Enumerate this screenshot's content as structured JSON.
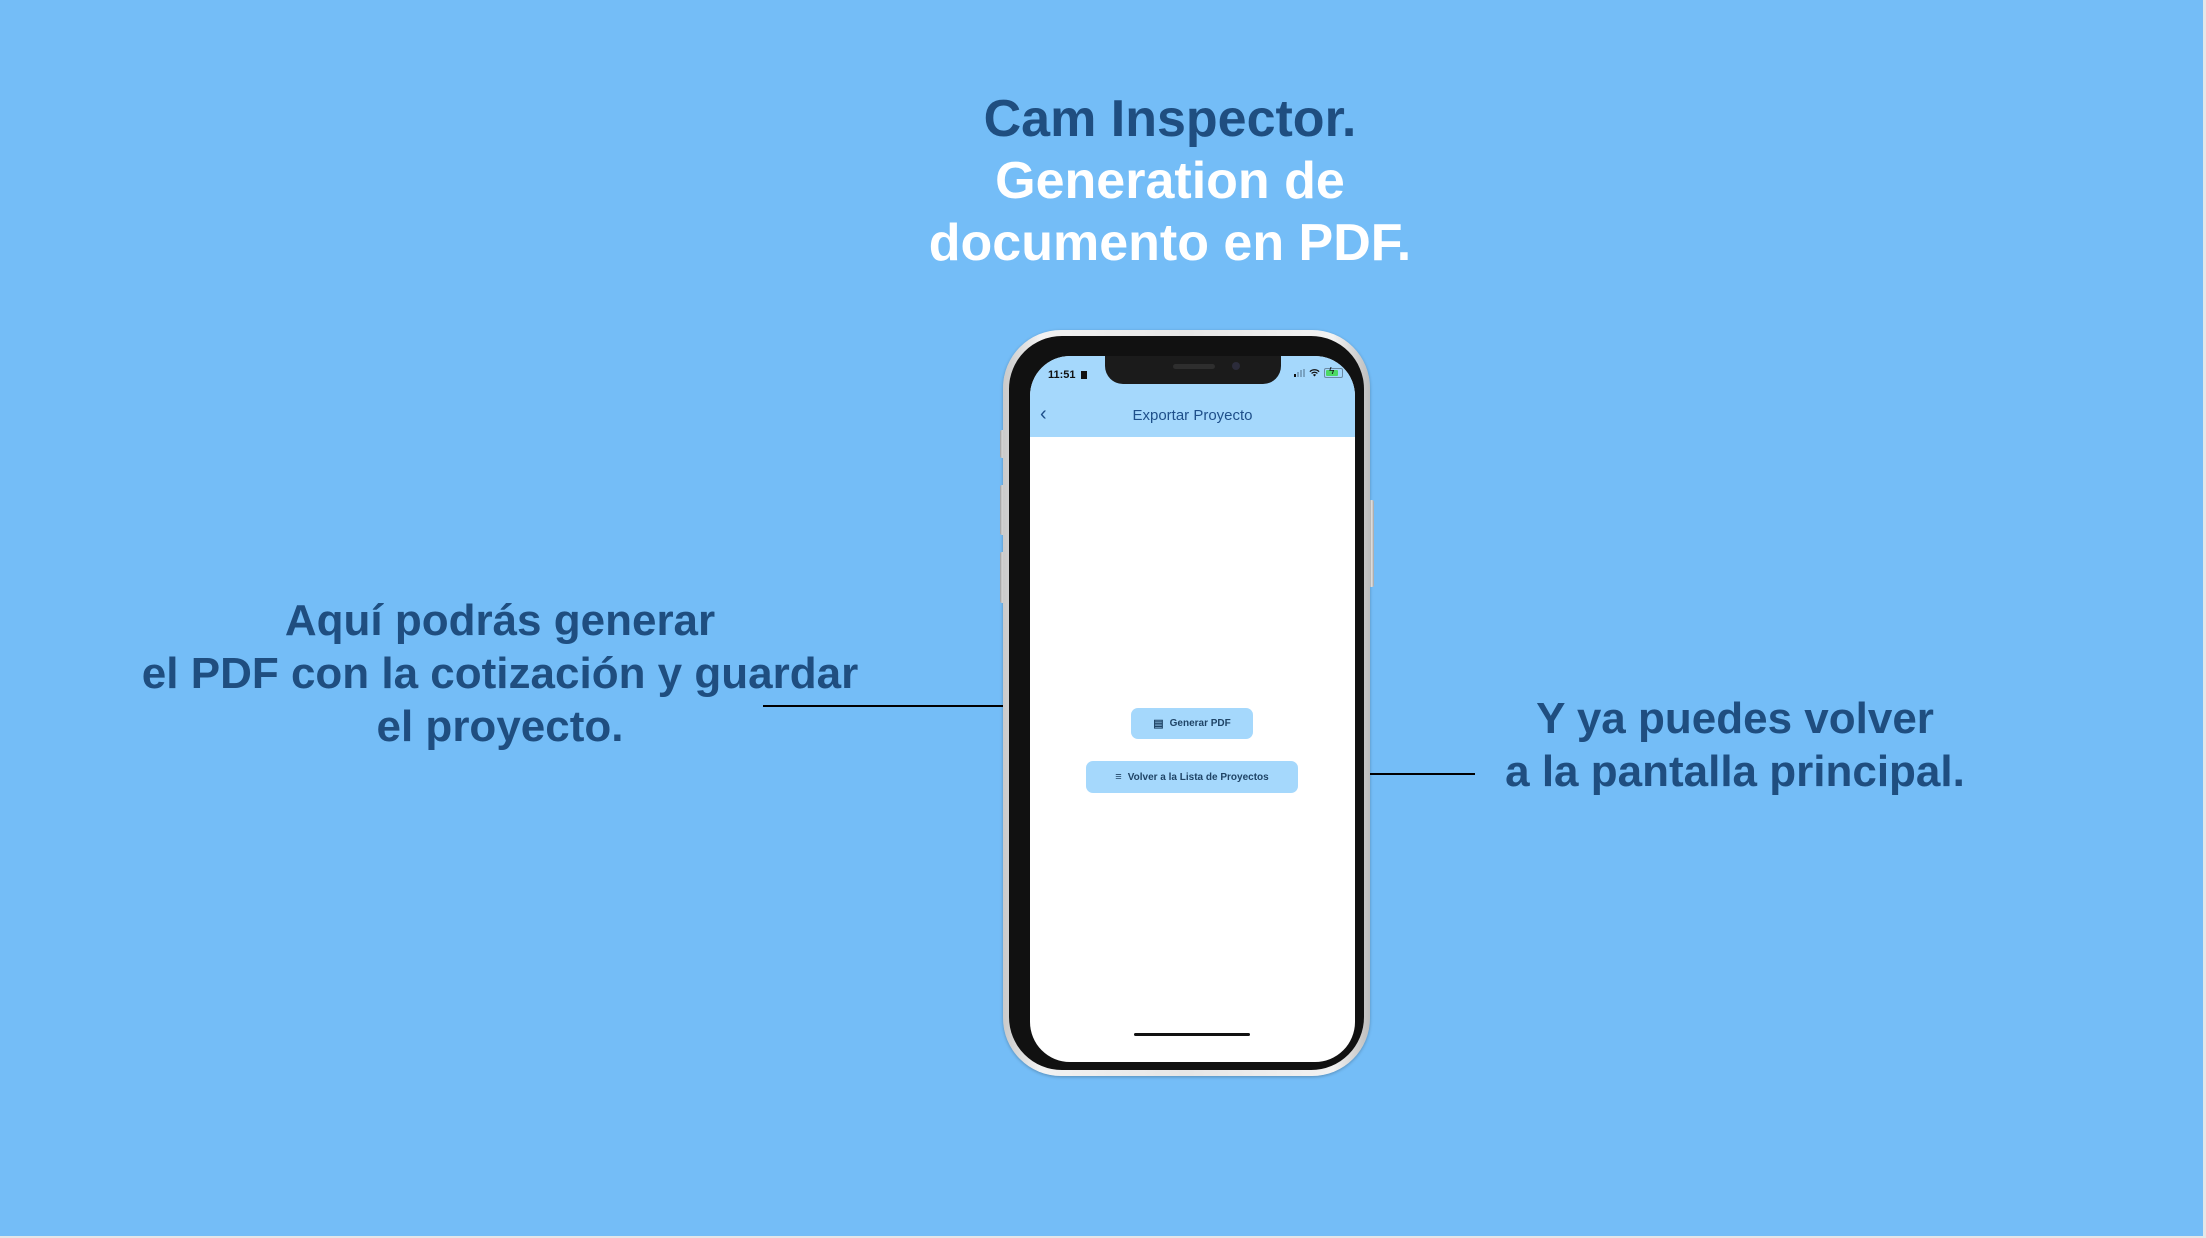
{
  "slide": {
    "title_line1": "Cam Inspector.",
    "title_line2": "Generation de",
    "title_line3": "documento en PDF.",
    "caption_left": [
      "Aquí podrás generar",
      "el PDF con la cotización y guardar",
      "el proyecto."
    ],
    "caption_right": [
      "Y ya puedes volver",
      "a la pantalla principal."
    ],
    "colors": {
      "background": "#74bdf7",
      "dark_text": "#1f4e80",
      "light_text": "#ffffff",
      "app_header": "#a5d8fc"
    }
  },
  "phone": {
    "status_bar": {
      "time": "11:51",
      "time_icon": "sim-card-icon",
      "signal_icon": "cellular-signal-icon",
      "wifi_icon": "wifi-icon",
      "battery_icon": "battery-charging-icon"
    },
    "nav": {
      "back_icon": "chevron-left-icon",
      "back_glyph": "‹",
      "title": "Exportar Proyecto"
    },
    "buttons": [
      {
        "label": "Generar PDF",
        "icon": "pdf-document-icon",
        "glyph": "▤"
      },
      {
        "label": "Volver a la Lista de Proyectos",
        "icon": "list-icon",
        "glyph": "≡"
      }
    ]
  }
}
